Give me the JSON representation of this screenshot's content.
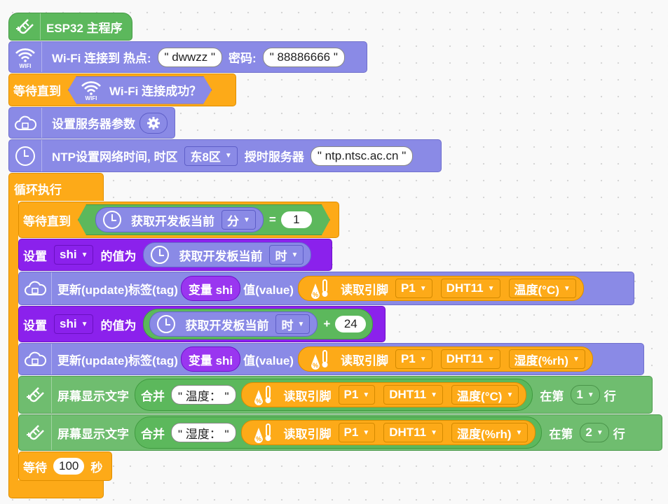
{
  "main_program": {
    "label": "ESP32 主程序"
  },
  "wifi_connect": {
    "label": "Wi-Fi 连接到 热点:",
    "ssid": "\" dwwzz \"",
    "pwd_label": "密码:",
    "pwd": "\" 88886666 \""
  },
  "wait_wifi": {
    "label": "等待直到",
    "cond": "Wi-Fi 连接成功？"
  },
  "server_params": {
    "label": "设置服务器参数"
  },
  "ntp": {
    "label": "NTP设置网络时间, 时区",
    "tz": "东8区",
    "server_label": "授时服务器",
    "server": "\" ntp.ntsc.ac.cn \""
  },
  "loop": {
    "label": "循环执行"
  },
  "wait_until": {
    "label": "等待直到",
    "get": "获取开发板当前",
    "unit": "分",
    "eq": "=",
    "val": "1"
  },
  "set1": {
    "label": "设置",
    "var": "shi",
    "assign": "的值为",
    "get": "获取开发板当前",
    "unit": "时"
  },
  "update1": {
    "label": "更新(update)标签(tag)",
    "var_label": "变量 shi",
    "value_label": "值(value)",
    "read": "读取引脚",
    "pin": "P1",
    "sensor": "DHT11",
    "metric": "温度(°C)"
  },
  "set2": {
    "label": "设置",
    "var": "shi",
    "assign": "的值为",
    "get": "获取开发板当前",
    "unit": "时",
    "plus": "+",
    "val": "24"
  },
  "update2": {
    "label": "更新(update)标签(tag)",
    "var_label": "变量 shi",
    "value_label": "值(value)",
    "read": "读取引脚",
    "pin": "P1",
    "sensor": "DHT11",
    "metric": "湿度(%rh)"
  },
  "screen1": {
    "label": "屏幕显示文字",
    "join": "合并",
    "str": "\" 温度： \"",
    "read": "读取引脚",
    "pin": "P1",
    "sensor": "DHT11",
    "metric": "温度(°C)",
    "at": "在第",
    "row": "1",
    "row_suffix": "行"
  },
  "screen2": {
    "label": "屏幕显示文字",
    "join": "合并",
    "str": "\" 湿度： \"",
    "read": "读取引脚",
    "pin": "P1",
    "sensor": "DHT11",
    "metric": "湿度(%rh)",
    "at": "在第",
    "row": "2",
    "row_suffix": "行"
  },
  "wait_sec": {
    "label": "等待",
    "val": "100",
    "unit": "秒"
  },
  "colors": {
    "green": "#5cb85c",
    "purple": "#8a8ae6",
    "orange": "#fdaa18",
    "violet": "#8b21ec"
  }
}
